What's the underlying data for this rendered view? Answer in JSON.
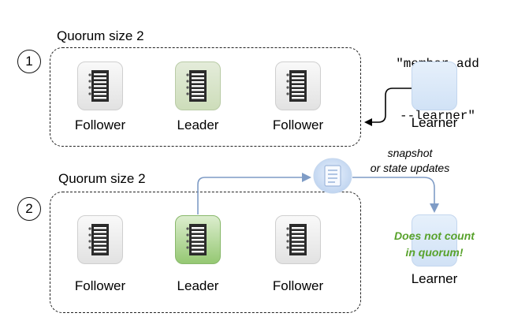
{
  "command": {
    "line1": "\"member add",
    "line2": "--learner\""
  },
  "groups": [
    {
      "step": "1",
      "quorum_label": "Quorum size 2",
      "nodes": [
        {
          "role": "follower",
          "label": "Follower"
        },
        {
          "role": "leader",
          "label": "Leader"
        },
        {
          "role": "follower",
          "label": "Follower"
        }
      ]
    },
    {
      "step": "2",
      "quorum_label": "Quorum size 2",
      "nodes": [
        {
          "role": "follower",
          "label": "Follower"
        },
        {
          "role": "leader",
          "label": "Leader"
        },
        {
          "role": "follower",
          "label": "Follower"
        }
      ]
    }
  ],
  "learners": [
    {
      "label": "Learner"
    },
    {
      "label": "Learner"
    }
  ],
  "sync_note": {
    "line1": "snapshot",
    "line2": "or state updates"
  },
  "quorum_note": {
    "line1": "Does not count",
    "line2": "in quorum!",
    "color": "#58a22c"
  },
  "colors": {
    "follower": "#e8e8e8",
    "leader_step1": "#d5e3c4",
    "leader_step2": "#9ccd7a",
    "learner": "#dbe8f8",
    "sync_arrow": "#7f9cc6"
  },
  "icons": {
    "node": "server-log-icon",
    "sync": "sync-document-icon"
  }
}
